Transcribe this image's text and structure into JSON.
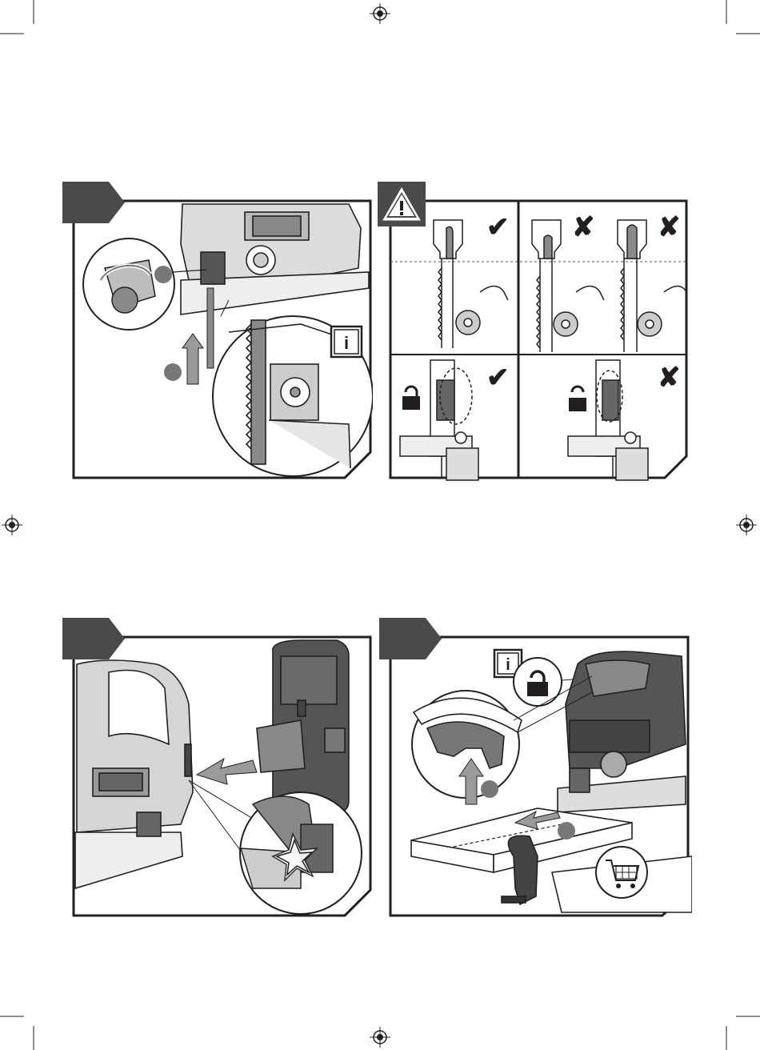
{
  "page": {
    "title": "",
    "colors": {
      "ink": "#231f20",
      "badge": "#4a4a4a",
      "frame_fill": "#ffffff",
      "step_dot": "#777777",
      "blade": "#8a8a8a",
      "light_grey": "#cfcfcf"
    }
  },
  "panels": [
    {
      "id": "top-left",
      "step_badge": "",
      "info_symbol": "i",
      "step_dots": [
        "",
        ""
      ],
      "icons": [
        "rotate-arrow-icon",
        "up-arrow-icon",
        "info-icon"
      ]
    },
    {
      "id": "top-right",
      "warning_symbol": "!",
      "checks": [
        "check-icon",
        "cross-icon",
        "cross-icon",
        "check-icon",
        "cross-icon"
      ],
      "locks": [
        "lock-closed-icon",
        "lock-open-icon"
      ]
    },
    {
      "id": "bottom-left",
      "step_badge": "",
      "icons": [
        "left-arrow-icon",
        "click-burst-icon"
      ]
    },
    {
      "id": "bottom-right",
      "step_badge": "",
      "info_symbol": "i",
      "step_dots": [
        "",
        ""
      ],
      "icons": [
        "lock-closed-icon",
        "up-arrow-icon",
        "left-arrow-icon",
        "shopping-cart-icon",
        "info-icon"
      ]
    }
  ],
  "registration_marks": [
    "top-center",
    "left-middle",
    "right-middle",
    "bottom-center"
  ]
}
